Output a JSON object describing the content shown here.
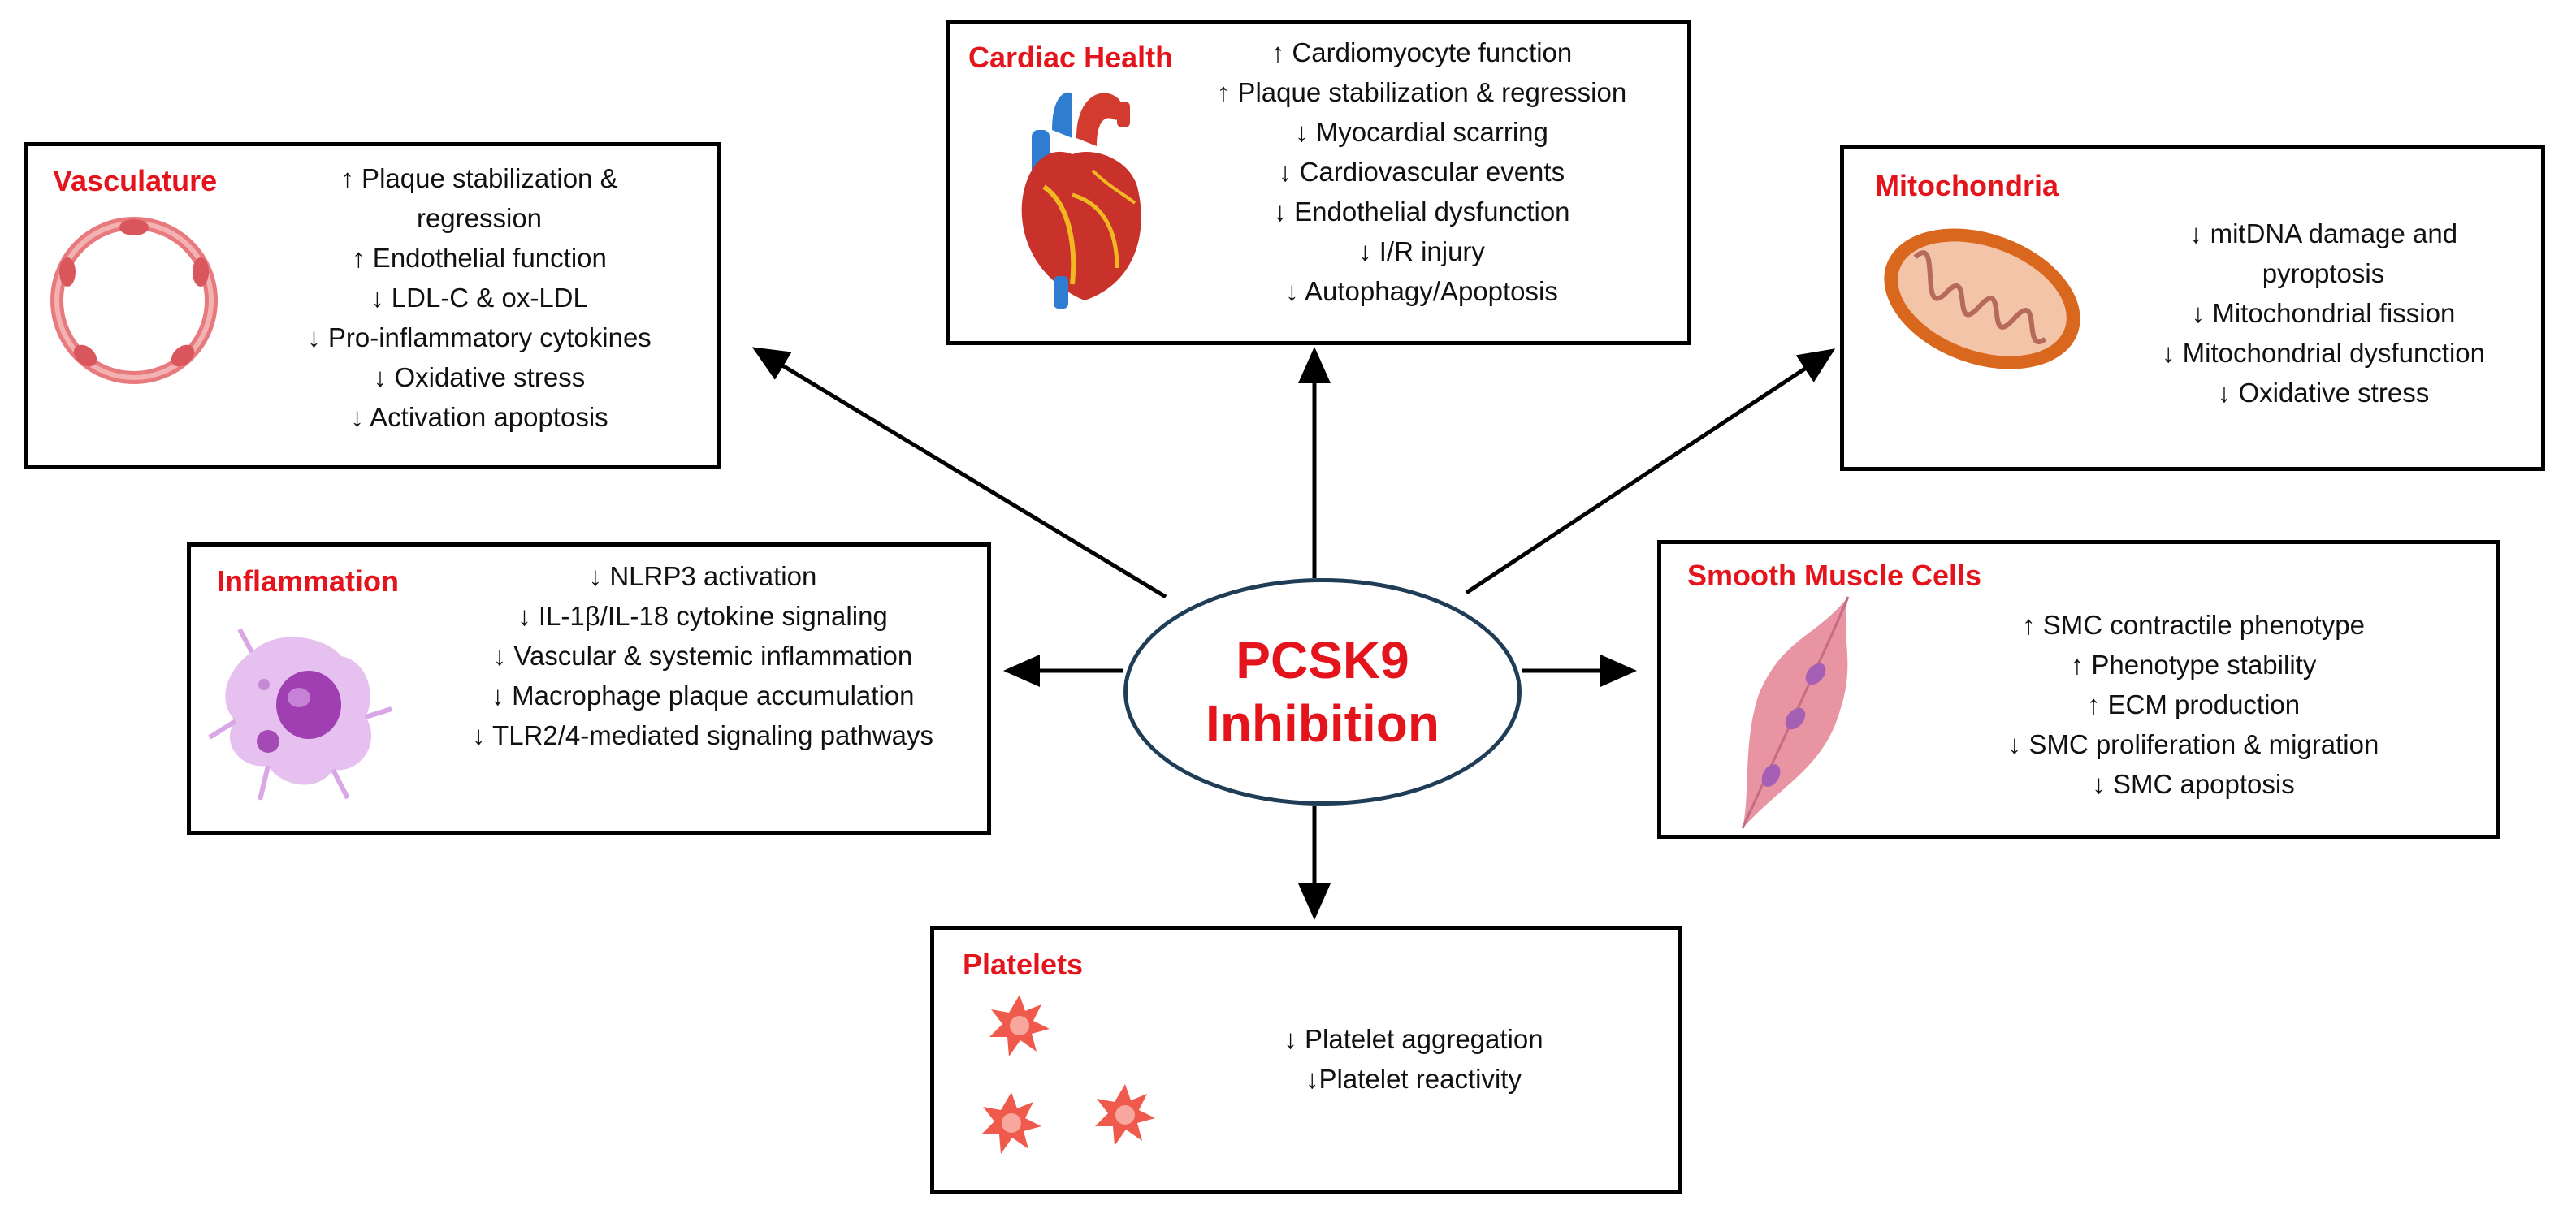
{
  "center": {
    "line1": "PCSK9",
    "line2": "Inhibition"
  },
  "colors": {
    "title": "#e3141b",
    "ellipse_border": "#1f3d57",
    "box_border": "#000000"
  },
  "boxes": {
    "cardiac": {
      "title": "Cardiac Health",
      "icon": "heart-icon",
      "effects": [
        "↑ Cardiomyocyte function",
        "↑ Plaque stabilization & regression",
        "↓ Myocardial scarring",
        "↓ Cardiovascular events",
        "↓ Endothelial dysfunction",
        "↓ I/R injury",
        "↓ Autophagy/Apoptosis"
      ]
    },
    "vasculature": {
      "title": "Vasculature",
      "icon": "vessel-icon",
      "effects": [
        "↑ Plaque stabilization &",
        "regression",
        "↑ Endothelial function",
        "↓ LDL-C & ox-LDL",
        "↓ Pro-inflammatory cytokines",
        "↓ Oxidative stress",
        "↓ Activation apoptosis"
      ]
    },
    "mitochondria": {
      "title": "Mitochondria",
      "icon": "mitochondrion-icon",
      "effects": [
        "↓ mitDNA damage and",
        "pyroptosis",
        "↓ Mitochondrial fission",
        "↓ Mitochondrial dysfunction",
        "↓ Oxidative stress"
      ]
    },
    "inflammation": {
      "title": "Inflammation",
      "icon": "macrophage-icon",
      "effects": [
        "↓ NLRP3 activation",
        "↓ IL-1β/IL-18 cytokine signaling",
        "↓ Vascular & systemic inflammation",
        "↓ Macrophage plaque accumulation",
        "↓ TLR2/4-mediated signaling pathways"
      ]
    },
    "smc": {
      "title": "Smooth Muscle Cells",
      "icon": "smooth-muscle-cell-icon",
      "effects": [
        "↑ SMC contractile phenotype",
        "↑ Phenotype stability",
        "↑ ECM production",
        "↓ SMC proliferation & migration",
        "↓ SMC apoptosis"
      ]
    },
    "platelets": {
      "title": "Platelets",
      "icon": "platelet-icon",
      "effects": [
        "↓ Platelet aggregation",
        "↓Platelet reactivity"
      ]
    }
  }
}
